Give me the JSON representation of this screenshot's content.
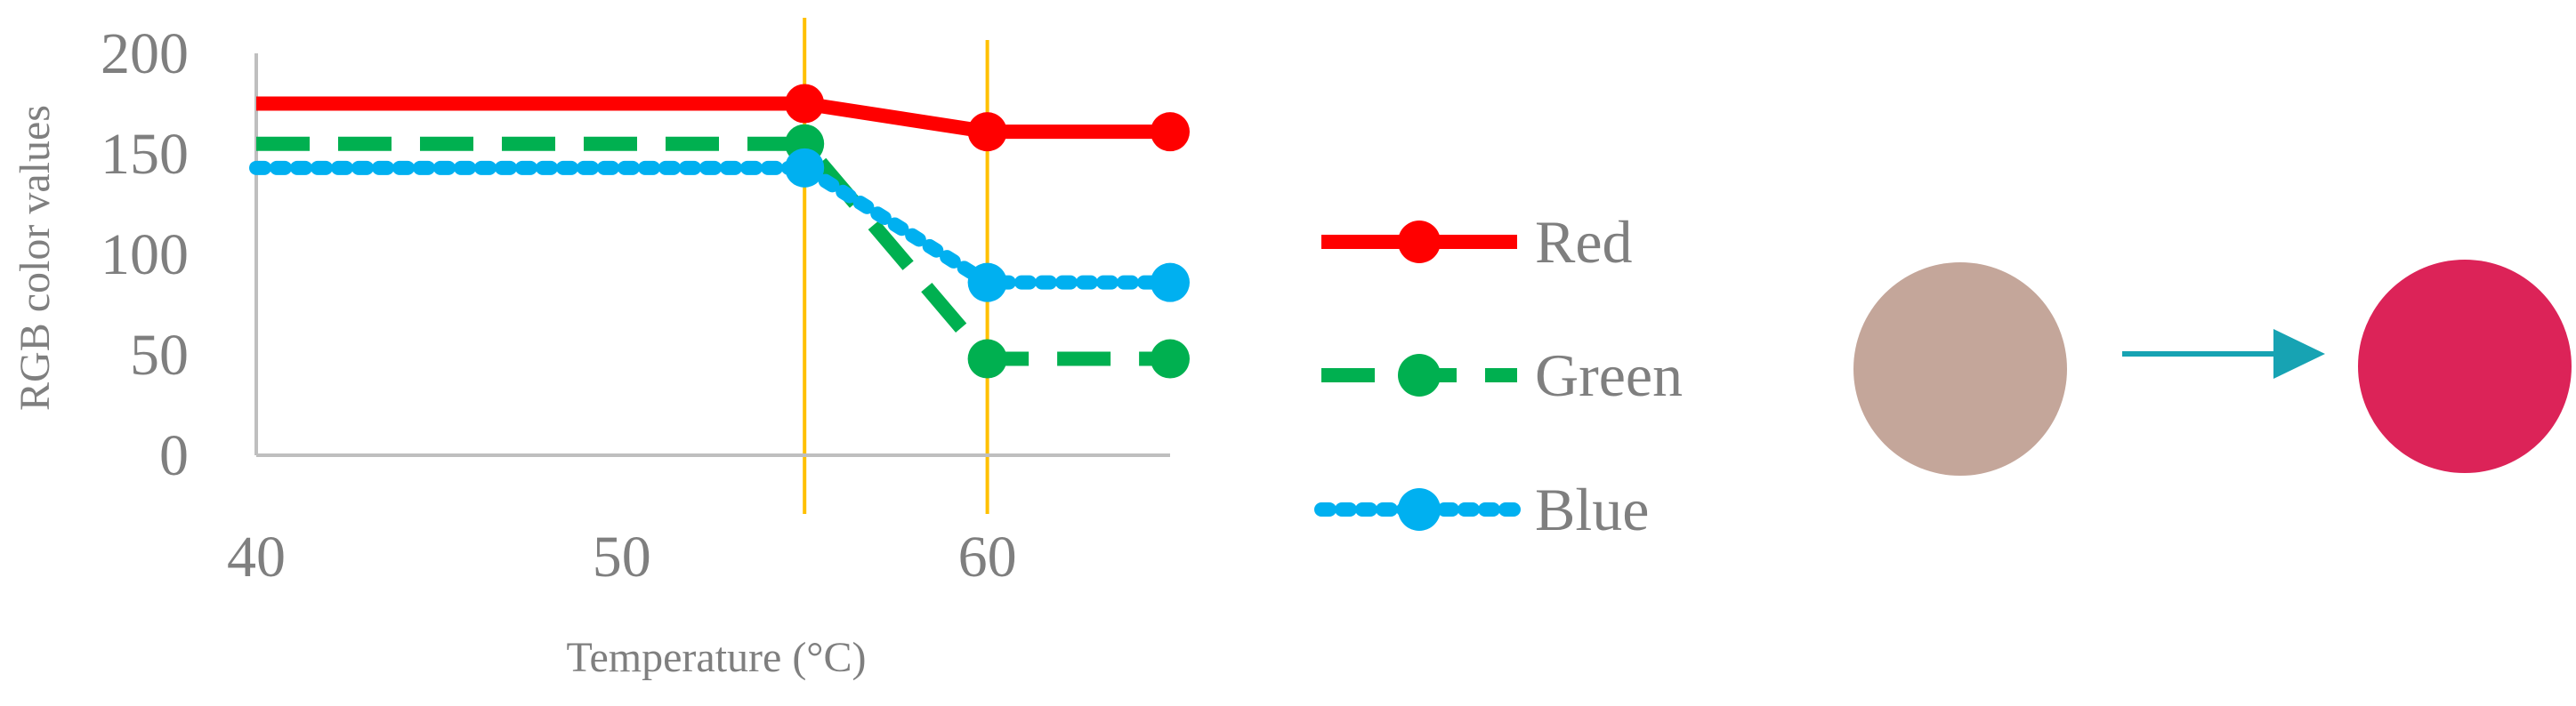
{
  "chart_data": {
    "type": "line",
    "xlabel": "Temperature (°C)",
    "ylabel": "RGB color values",
    "xlim": [
      40,
      65
    ],
    "ylim": [
      0,
      200
    ],
    "x_ticks": [
      40,
      50,
      60
    ],
    "y_ticks": [
      0,
      50,
      100,
      150,
      200
    ],
    "x": [
      40,
      55,
      60,
      65
    ],
    "series": [
      {
        "name": "Red",
        "values": [
          175,
          175,
          161,
          161
        ],
        "color": "#ff0000",
        "line_style": "solid"
      },
      {
        "name": "Green",
        "values": [
          155,
          155,
          48,
          48
        ],
        "color": "#00b050",
        "line_style": "dashed"
      },
      {
        "name": "Blue",
        "values": [
          143,
          143,
          86,
          86
        ],
        "color": "#00b0f0",
        "line_style": "dotted"
      }
    ],
    "reference_lines_x": [
      55,
      60
    ],
    "reference_line_color": "#ffc000",
    "legend_position": "right",
    "grid": false
  },
  "samples": {
    "before_color": "#c4a69a",
    "after_color": "#dc2358",
    "arrow_color": "#17a3b3"
  }
}
